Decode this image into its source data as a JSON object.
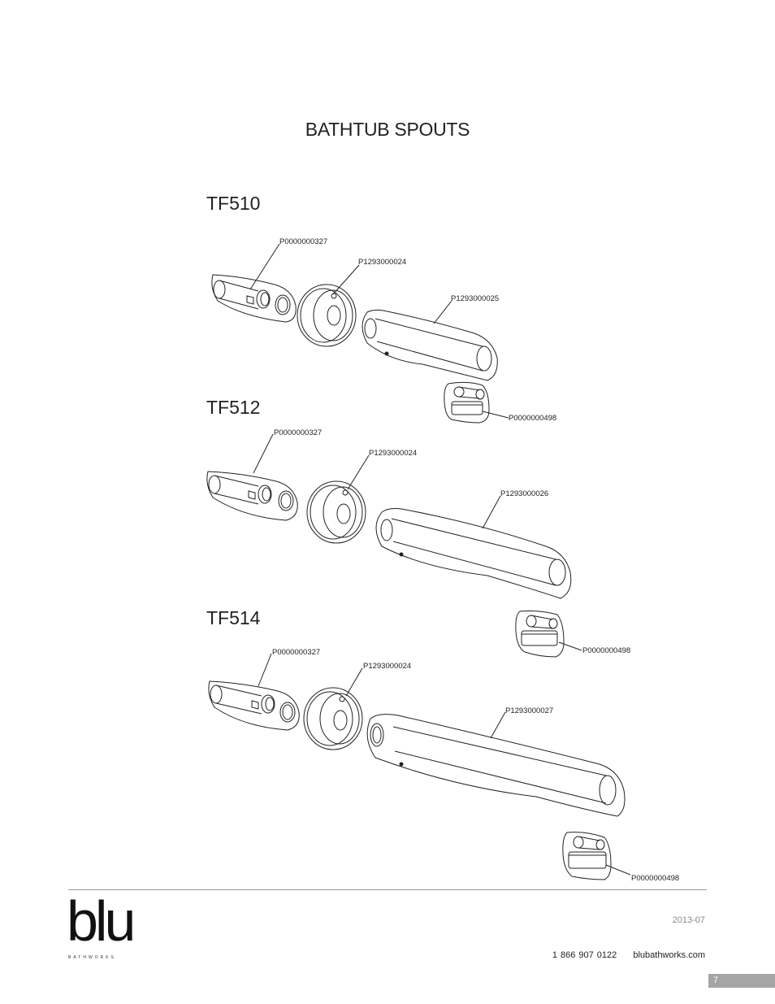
{
  "title": "BATHTUB SPOUTS",
  "models": [
    {
      "name": "TF510",
      "parts": {
        "sleeve": "P0000000327",
        "flange": "P1293000024",
        "spout": "P1293000025",
        "aerator": "P0000000498"
      }
    },
    {
      "name": "TF512",
      "parts": {
        "sleeve": "P0000000327",
        "flange": "P1293000024",
        "spout": "P1293000026",
        "aerator": "P0000000498"
      }
    },
    {
      "name": "TF514",
      "parts": {
        "sleeve": "P0000000327",
        "flange": "P1293000024",
        "spout": "P1293000027",
        "aerator": "P0000000498"
      }
    }
  ],
  "footer": {
    "logo": "blu",
    "logo_sub": "BATHWORKS",
    "revision": "2013-07",
    "phone": "1 866 907 0122",
    "website": "blubathworks.com",
    "page_number": "7"
  }
}
